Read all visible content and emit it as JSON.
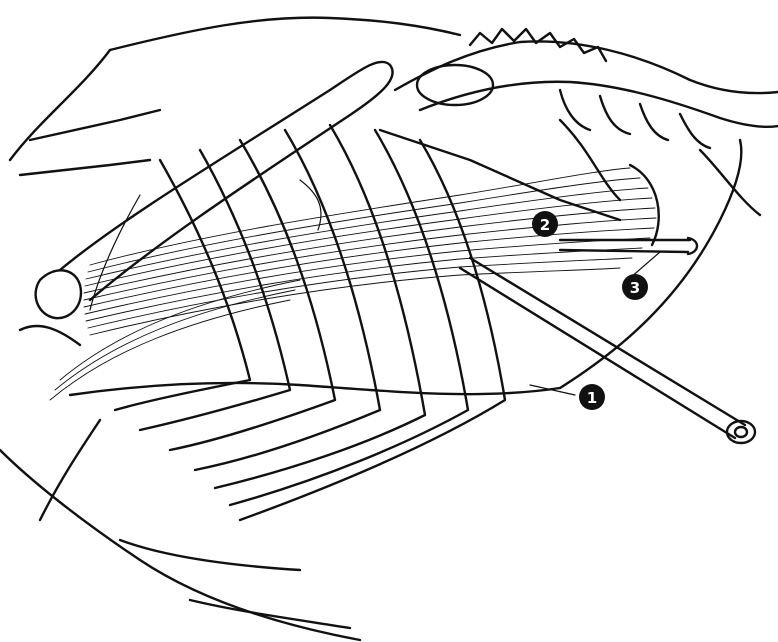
{
  "markers": [
    {
      "id": "1",
      "label": "1"
    },
    {
      "id": "2",
      "label": "2"
    },
    {
      "id": "3",
      "label": "3"
    }
  ],
  "colors": {
    "ink": "#111111",
    "paper": "#ffffff"
  }
}
